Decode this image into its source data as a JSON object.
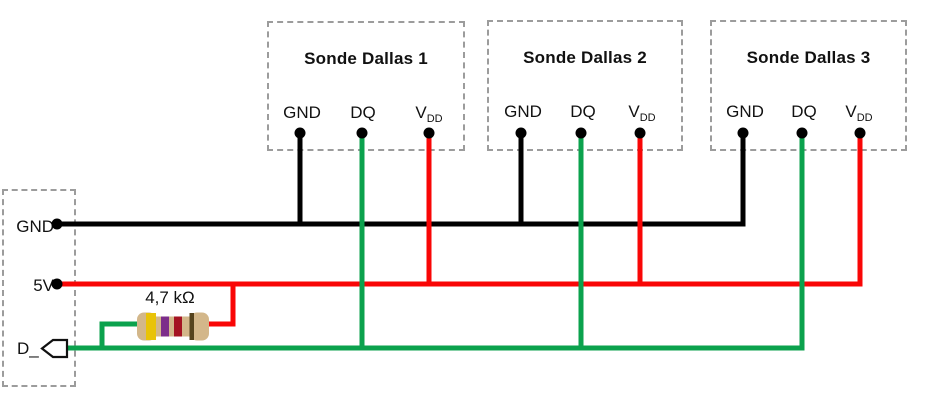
{
  "colors": {
    "gnd_wire": "#000000",
    "vdd_wire": "#f90606",
    "dq_wire": "#0ba24d",
    "box_border": "#9c9c9c",
    "pin_dot": "#000000",
    "resistor_body": "#d3b78a",
    "resistor_band_yellow": "#e9c308",
    "resistor_band_purple": "#7c2d8a",
    "resistor_band_red": "#a41322",
    "resistor_band_gold": "#55431d"
  },
  "controller": {
    "gnd_label": "GND",
    "supply_label": "5V",
    "data_label": "D_"
  },
  "resistor": {
    "value_label": "4,7 kΩ"
  },
  "probes": [
    {
      "title": "Sonde Dallas 1",
      "pin_gnd": "GND",
      "pin_dq": "DQ",
      "pin_vdd_base": "V",
      "pin_vdd_sub": "DD"
    },
    {
      "title": "Sonde Dallas 2",
      "pin_gnd": "GND",
      "pin_dq": "DQ",
      "pin_vdd_base": "V",
      "pin_vdd_sub": "DD"
    },
    {
      "title": "Sonde Dallas 3",
      "pin_gnd": "GND",
      "pin_dq": "DQ",
      "pin_vdd_base": "V",
      "pin_vdd_sub": "DD"
    }
  ]
}
